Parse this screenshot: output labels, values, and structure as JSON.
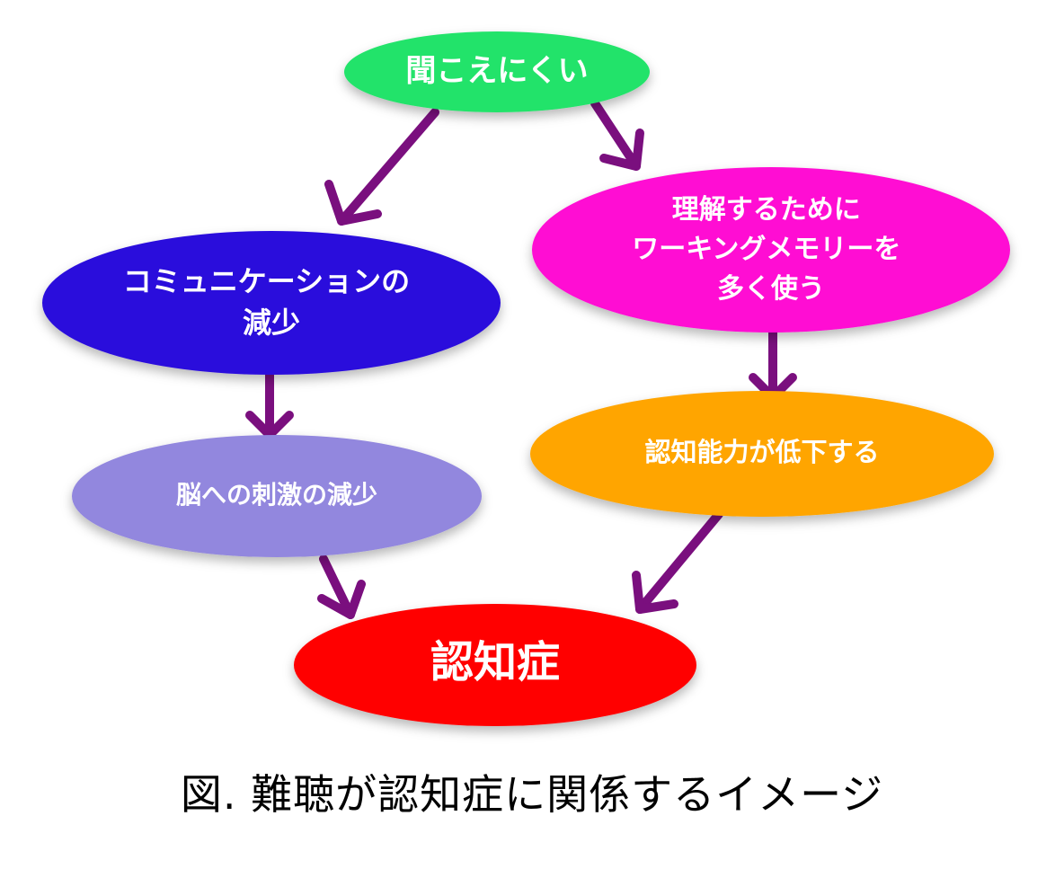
{
  "colors": {
    "arrow": "#7a0f7e",
    "node_text": "#ffffff"
  },
  "nodes": {
    "hard_to_hear": {
      "lines": [
        "聞こえにくい"
      ],
      "color": "#22e36a"
    },
    "less_communication": {
      "lines": [
        "コミュニケーションの",
        "減少"
      ],
      "color": "#2b0cdc"
    },
    "working_memory": {
      "lines": [
        "理解するために",
        "ワーキングメモリーを",
        "多く使う"
      ],
      "color": "#ff10d3"
    },
    "less_brain_stimulation": {
      "lines": [
        "脳への刺激の減少"
      ],
      "color": "#9287de"
    },
    "cognitive_decline": {
      "lines": [
        "認知能力が低下する"
      ],
      "color": "#ffa500"
    },
    "dementia": {
      "lines": [
        "認知症"
      ],
      "color": "#ff0000"
    }
  },
  "caption": "図.  難聴が認知症に関係するイメージ"
}
